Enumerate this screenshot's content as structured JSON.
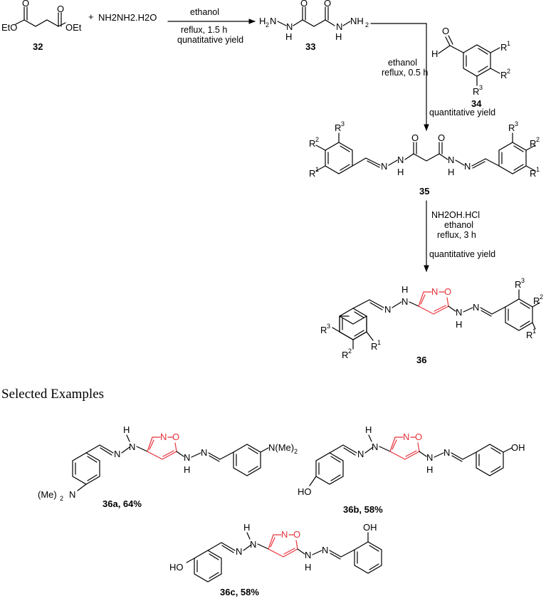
{
  "scheme": {
    "reagent": "NH2NH2.H2O",
    "plus": "+",
    "step1_conditions": [
      "ethanol",
      "reflux, 1.5 h",
      "qunatitative yield"
    ],
    "step2_conditions": [
      "ethanol",
      "reflux, 0.5 h"
    ],
    "step2_yield": "quantitative yield",
    "step3_conditions": [
      "NH2OH.HCl",
      "ethanol",
      "reflux, 3 h",
      "quantitative yield"
    ]
  },
  "compounds": {
    "c32": "32",
    "c33": "33",
    "c34": "34",
    "c35": "35",
    "c36": "36"
  },
  "atoms": {
    "EtO": "EtO",
    "OEt": "OEt",
    "O": "O",
    "H": "H",
    "N": "N",
    "HO": "HO",
    "OH": "OH",
    "R": "R",
    "one": "1",
    "two": "2",
    "three": "3",
    "NMe2_right": "N(Me)",
    "NMe2_left": "(Me)",
    "NMe2_left_N": "N",
    "H2N_H": "H",
    "NH2_suffix": "NH"
  },
  "examples": {
    "heading": "Selected Examples",
    "a": "36a, 64%",
    "b": "36b, 58%",
    "c": "36c, 58%"
  },
  "colors": {
    "isoxazole": "#e8333b",
    "ink": "#000000"
  }
}
